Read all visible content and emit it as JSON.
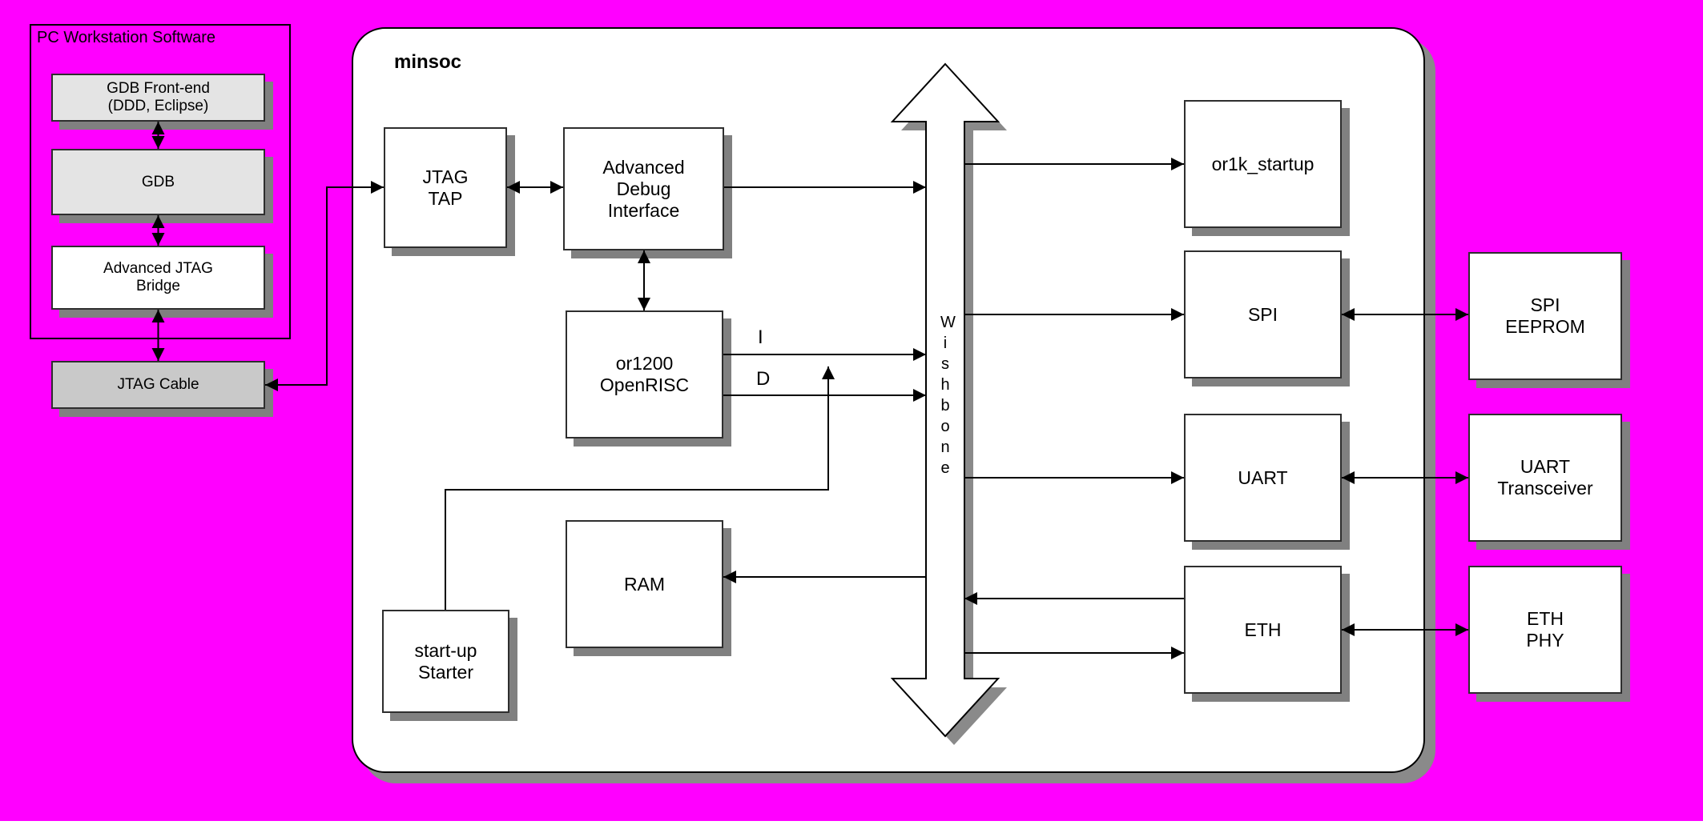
{
  "colors": {
    "background": "#ff00ff",
    "box_shadow": "#808080",
    "light_gray_box": "#e4e4e4",
    "gray_box": "#c9c9c9",
    "white": "#ffffff"
  },
  "pc_workstation": {
    "title": "PC Workstation Software",
    "gdb_frontend": "GDB Front-end\n(DDD, Eclipse)",
    "gdb": "GDB",
    "advanced_jtag_bridge": "Advanced JTAG\nBridge"
  },
  "jtag_cable": {
    "label": "JTAG Cable"
  },
  "minsoc": {
    "title": "minsoc",
    "jtag_tap": "JTAG\nTAP",
    "adv_debug_interface": "Advanced\nDebug\nInterface",
    "or1200": "or1200\nOpenRISC",
    "ram": "RAM",
    "startup_starter": "start-up\nStarter",
    "or1k_startup": "or1k_startup",
    "spi": "SPI",
    "uart": "UART",
    "eth": "ETH",
    "wishbone": "Wishbone",
    "instruction_bus": "I",
    "data_bus": "D"
  },
  "external": {
    "spi_eeprom": "SPI\nEEPROM",
    "uart_transceiver": "UART\nTransceiver",
    "eth_phy": "ETH\nPHY"
  }
}
